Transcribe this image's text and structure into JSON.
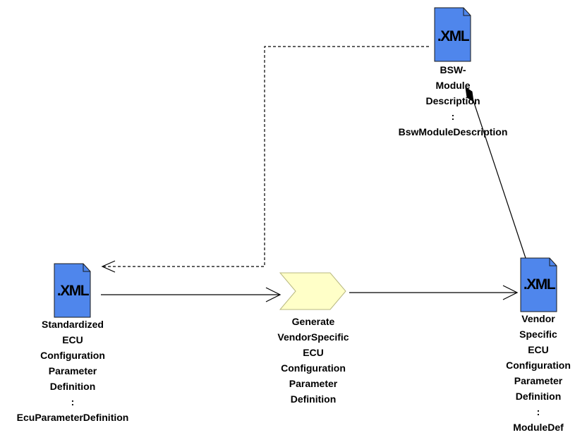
{
  "colors": {
    "doc_fill": "#4F86EC",
    "doc_stroke": "#1A1A1A",
    "process_fill": "#FFFFC8",
    "process_stroke": "#B8B880",
    "line": "#000000"
  },
  "icons": {
    "document": "xml-document-icon",
    "process": "chevron-process-icon"
  },
  "nodes": {
    "bsw": {
      "icon_text": ".XML",
      "label_lines": [
        "BSW-",
        "Module",
        "Description",
        ":",
        "BswModuleDescription"
      ]
    },
    "standardized": {
      "icon_text": ".XML",
      "label_lines": [
        "Standardized",
        "ECU",
        "Configuration",
        "Parameter",
        "Definition",
        ":",
        "EcuParameterDefinition"
      ]
    },
    "generate": {
      "label_lines": [
        "Generate",
        "VendorSpecific",
        "ECU",
        "Configuration",
        "Parameter",
        "Definition"
      ]
    },
    "vendor": {
      "icon_text": ".XML",
      "label_lines": [
        "Vendor",
        "Specific",
        "ECU",
        "Configuration",
        "Parameter",
        "Definition",
        ":",
        "ModuleDef"
      ]
    }
  }
}
